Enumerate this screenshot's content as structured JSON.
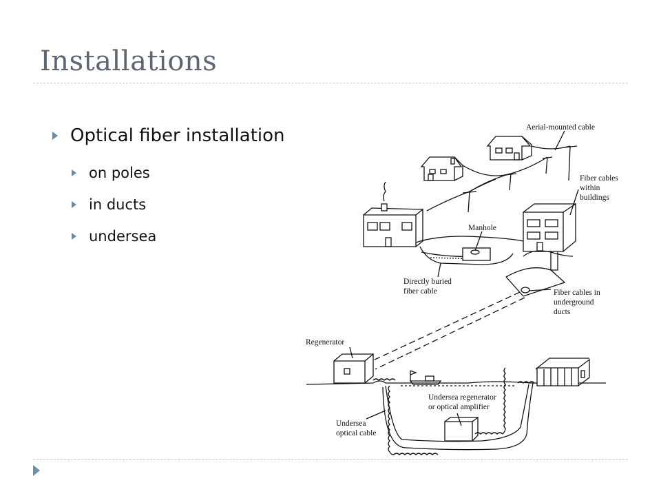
{
  "slide": {
    "title": "Installations",
    "bullets": {
      "main": "Optical fiber installation",
      "sub": [
        "on poles",
        "in ducts",
        "undersea"
      ]
    }
  },
  "diagram": {
    "labels": {
      "aerial": "Aerial-mounted cable",
      "buildings_1": "Fiber cables",
      "buildings_2": "within",
      "buildings_3": "buildings",
      "manhole": "Manhole",
      "buried_1": "Directly buried",
      "buried_2": "fiber cable",
      "ducts_1": "Fiber cables in",
      "ducts_2": "underground",
      "ducts_3": "ducts",
      "regenerator": "Regenerator",
      "undersea_reg_1": "Undersea regenerator",
      "undersea_reg_2": "or optical amplifier",
      "undersea_cable_1": "Undersea",
      "undersea_cable_2": "optical cable"
    }
  },
  "colors": {
    "title": "#5d6672",
    "bullet_marker": "#6b8aa3",
    "rule": "#b8c8d4"
  }
}
